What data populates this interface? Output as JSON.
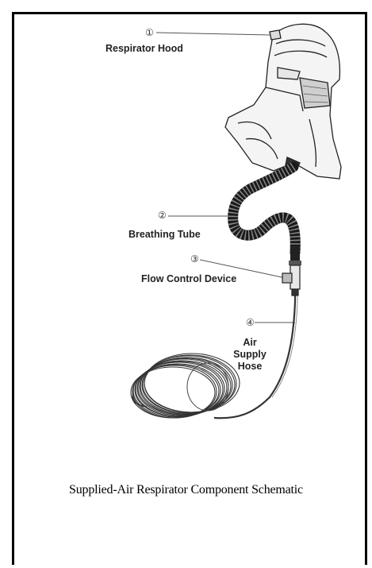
{
  "components": [
    {
      "number": "①",
      "label": "Respirator Hood"
    },
    {
      "number": "②",
      "label": "Breathing Tube"
    },
    {
      "number": "③",
      "label": "Flow Control Device"
    },
    {
      "number": "④",
      "label": "Air Supply Hose"
    }
  ],
  "caption": "Supplied-Air Respirator Component Schematic"
}
